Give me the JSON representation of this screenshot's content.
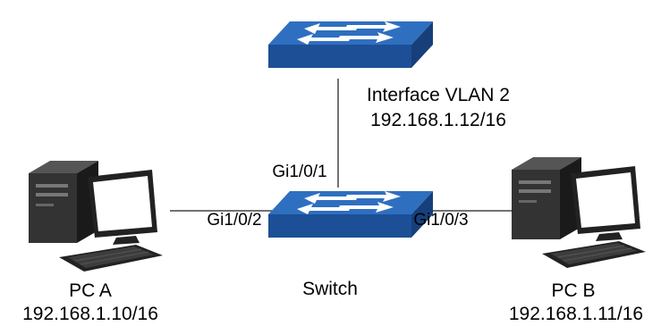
{
  "colors": {
    "switch_top": "#2f6fc0",
    "switch_side": "#1c4f96",
    "link": "#444444",
    "pc_dark": "#222222",
    "pc_face": "#333333"
  },
  "top_switch": {
    "icon": "switch-icon",
    "interface_label": "Interface VLAN 2",
    "ip": "192.168.1.12/16"
  },
  "switch": {
    "icon": "switch-icon",
    "label": "Switch",
    "ports": {
      "uplink": "Gi1/0/1",
      "left": "Gi1/0/2",
      "right": "Gi1/0/3"
    }
  },
  "pc_a": {
    "icon": "pc-icon",
    "label": "PC A",
    "ip": "192.168.1.10/16"
  },
  "pc_b": {
    "icon": "pc-icon",
    "label": "PC B",
    "ip": "192.168.1.11/16"
  }
}
